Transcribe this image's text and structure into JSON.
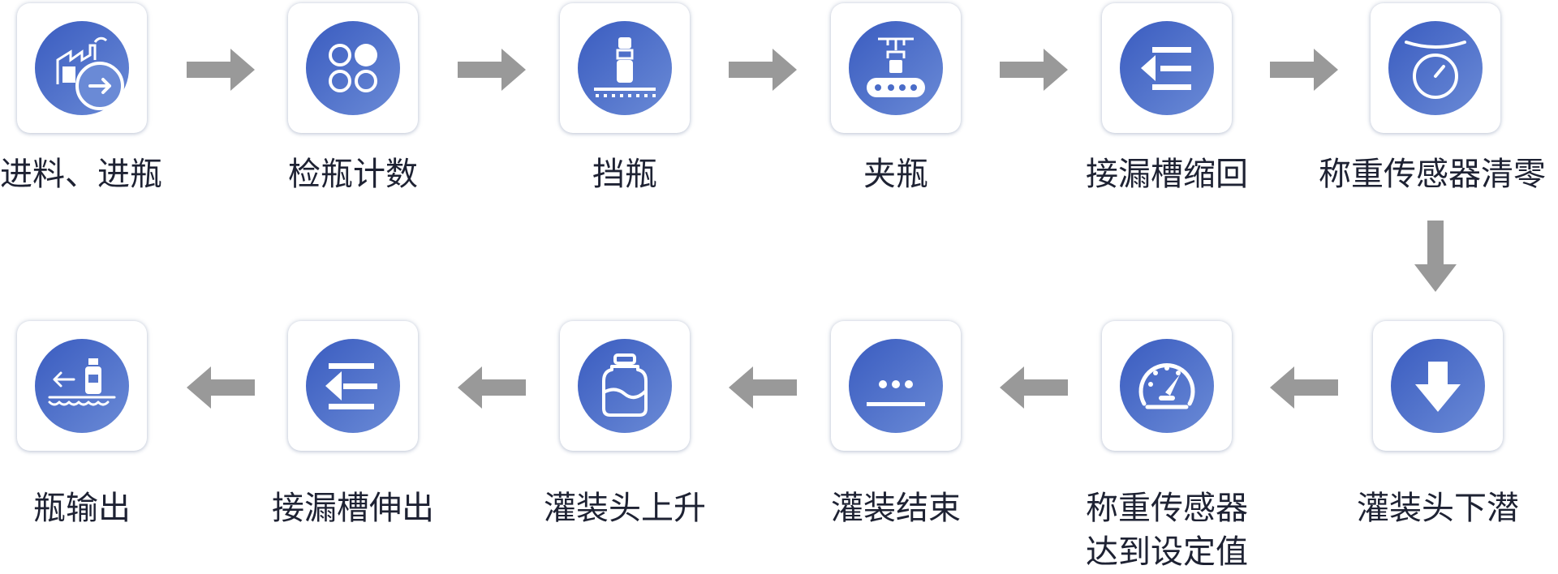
{
  "steps": [
    {
      "label": "进料、进瓶",
      "icon": "factory-feed-icon"
    },
    {
      "label": "检瓶计数",
      "icon": "four-circles-count-icon"
    },
    {
      "label": "挡瓶",
      "icon": "stopper-bottle-icon"
    },
    {
      "label": "夹瓶",
      "icon": "gripper-conveyor-icon"
    },
    {
      "label": "接漏槽缩回",
      "icon": "retract-arrow-icon"
    },
    {
      "label": "称重传感器清零",
      "icon": "scale-dial-icon"
    },
    {
      "label": "灌装头下潜",
      "icon": "arrow-down-icon"
    },
    {
      "label_lines": [
        "称重传感器",
        "达到设定值"
      ],
      "icon": "gauge-icon"
    },
    {
      "label": "灌装结束",
      "icon": "dots-line-icon"
    },
    {
      "label": "灌装头上升",
      "icon": "jar-fill-icon"
    },
    {
      "label": "接漏槽伸出",
      "icon": "extend-arrow-icon"
    },
    {
      "label": "瓶输出",
      "icon": "bottle-output-conveyor-icon"
    }
  ],
  "colors": {
    "icon_gradient_start": "#3a5cc0",
    "icon_gradient_end": "#6a8ad6",
    "arrow": "#999999",
    "label": "#1e2233"
  }
}
